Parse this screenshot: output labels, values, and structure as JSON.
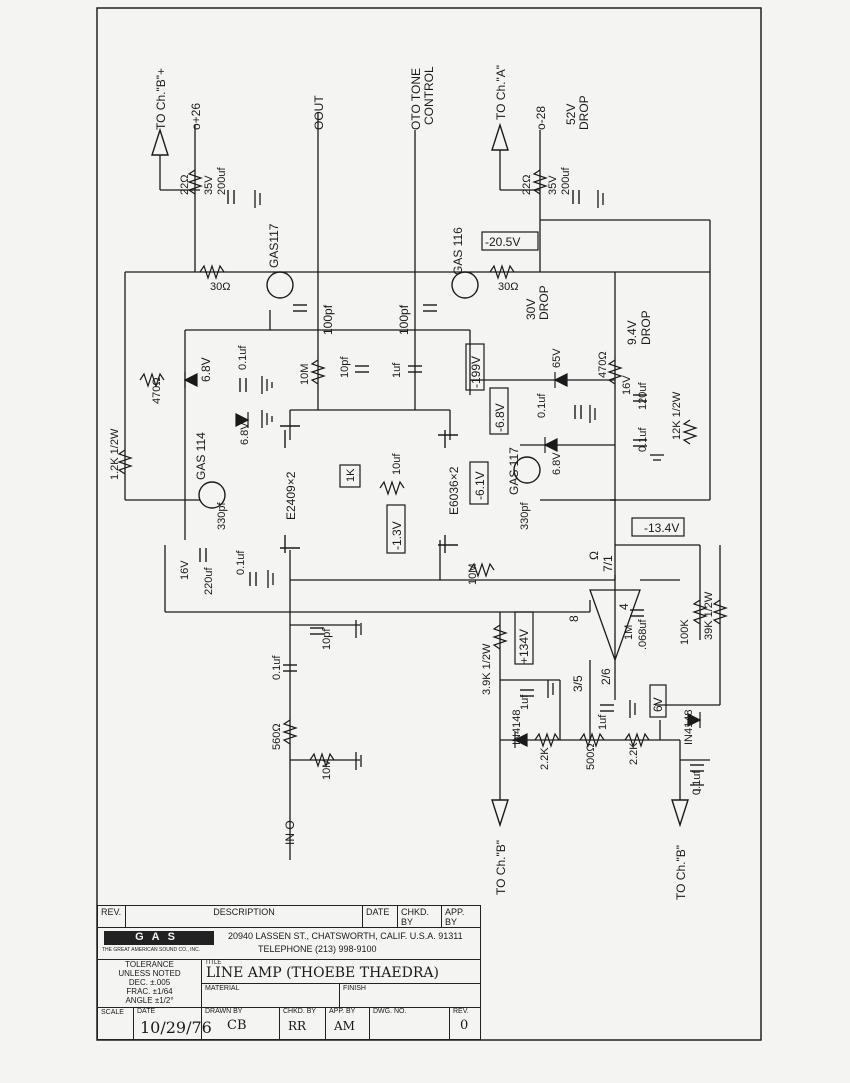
{
  "labels": {
    "to_ch_b_plus": "TO Ch.\"B\"+",
    "plus26": "o+26",
    "r22_left": "22Ω",
    "cap_left_v": "35V",
    "cap_left_uf": "200uf",
    "out": "OOUT",
    "to_tone": "OTO TONE",
    "control": "CONTROL",
    "to_ch_a": "TO Ch.\"A\"",
    "minus28": "o-28",
    "v52": "52V",
    "drop_top": "DROP",
    "r22_right": "22Ω",
    "cap_right_v": "35V",
    "cap_right_uf": "200uf",
    "v_205": "-20.5V",
    "gas116": "GAS 116",
    "gas117_top": "GAS117",
    "r30_left": "30Ω",
    "r30_right": "30Ω",
    "v30": "30V",
    "drop_30": "DROP",
    "v94": "9.4V",
    "drop_94": "DROP",
    "c100pf_a": "100pf",
    "c100pf_b": "100pf",
    "v199": "-199V",
    "z68_left": "6.8V",
    "c01uf_left": "0.1uf",
    "r470": "470Ω",
    "r1k2": "1.2K 1/2W",
    "r10m_top": "10M",
    "c10pf": "10pf",
    "c1uf": "1uf",
    "v68": "-6.8V",
    "z65": "65V",
    "c01uf_mid": "0.1uf",
    "r470_right": "470Ω",
    "c120uf_v": "16V",
    "c120uf": "120uf",
    "c01uf_right": "0.1uf",
    "r12k": "12K 1/2W",
    "z68_b": "6.8V",
    "z68_c": "6.8V",
    "gas114": "GAS 114",
    "e2409": "E2409×2",
    "r1k": "1K",
    "c10uf": "10uf",
    "e6036": "E6036×2",
    "v61": "-6.1V",
    "gas117_b": "GAS 117",
    "v13": "-1.3V",
    "c330pf_left": "330pf",
    "c330pf_right": "330pf",
    "c220uf_v": "16V",
    "c220uf": "220uf",
    "c01uf_low": "0.1uf",
    "r10m_mid": "10M",
    "pin71": "7/1",
    "omega": "Ω",
    "v134_neg": "-13.4V",
    "pin8": "8",
    "pin4": "4",
    "pin35": "3/5",
    "pin26": "2/6",
    "r1m": "1M",
    "c068": ".068uf",
    "r100k": "100K",
    "r39k_right": "39K 1/2W",
    "r39k_left": "3.9K 1/2W",
    "v134": "+134V",
    "c01uf_in": "0.1uf",
    "c10pf_in": "10pf",
    "r560": "560Ω",
    "r10m_in": "10M",
    "in": "IN O",
    "c1uf_l": "1uf",
    "c1uf_r": "1uf",
    "in4148_l": "IN4148",
    "in4148_r": "IN4148",
    "r22k_l": "2.2K",
    "r500": "500Ω",
    "r22k_r": "2.2K",
    "v6": "6V",
    "c01uf_bot": "0.1uf",
    "to_ch_b_left": "TO Ch.\"B\"",
    "to_ch_b_right": "TO Ch.\"B\""
  },
  "title_block": {
    "rev": "REV.",
    "description": "DESCRIPTION",
    "date": "DATE",
    "chkd_by": "CHKD. BY",
    "appr_by": "APP. BY",
    "company_logo": "GAS",
    "company_small": "THE GREAT AMERICAN SOUND CO., INC.",
    "address": "20940 LASSEN ST., CHATSWORTH, CALIF. U.S.A. 91311",
    "telephone": "TELEPHONE (213) 998-9100",
    "tolerance": "TOLERANCE",
    "unless_noted": "UNLESS NOTED",
    "dec": "DEC. ±.005",
    "frac": "FRAC. ±1/64",
    "angle": "ANGLE ±1/2°",
    "title_label": "TITLE",
    "title": "LINE AMP (THOEBE THAEDRA)",
    "material": "MATERIAL",
    "finish": "FINISH",
    "scale": "SCALE",
    "date_label": "DATE",
    "date_value": "10/29/76",
    "drawn_by": "DRAWN BY",
    "drawn_value": "CB",
    "chkd_by2": "CHKD. BY",
    "chkd_value": "RR",
    "appr_by2": "APP. BY",
    "appr_value": "AM",
    "dwg_no": "DWG. NO.",
    "rev2": "REV.",
    "rev_value": "0"
  }
}
